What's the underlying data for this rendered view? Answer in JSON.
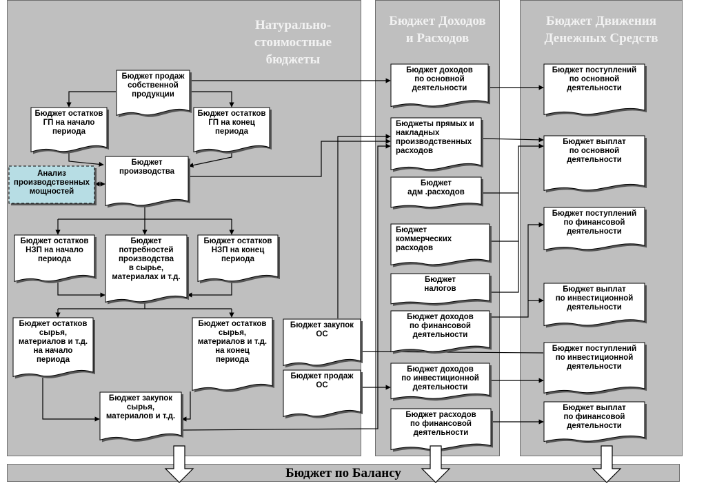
{
  "panels": {
    "natural": "Натурально-\nстоимостные\nбюджеты",
    "income": "Бюджет Доходов\nи Расходов",
    "cashflow": "Бюджет Движения\nДенежных Средств",
    "balance": "Бюджет по Балансу"
  },
  "nodes": {
    "sales": "Бюджет продаж\nсобственной\nпродукции",
    "fg_start": "Бюджет остатков\nГП на начало\nпериода",
    "fg_end": "Бюджет остатков\nГП на конец\nпериода",
    "capacity": "Анализ\nпроизводственных\nмощностей",
    "production": "Бюджет\nпроизводства",
    "wip_start": "Бюджет остатков\nНЗП на начало\nпериода",
    "needs": "Бюджет\nпотребностей\nпроизводства\nв сырье,\nматериалах и т.д.",
    "wip_end": "Бюджет остатков\nНЗП на конец\nпериода",
    "raw_start": "Бюджет остатков\nсырья,\nматериалов и т.д.\nна начало\nпериода",
    "raw_end": "Бюджет остатков\nсырья,\nматериалов и т.д.\nна конец\nпериода",
    "raw_purchase": "Бюджет закупок\nсырья,\nматериалов и т.д.",
    "os_purchase": "Бюджет закупок\nОС",
    "os_sales": "Бюджет продаж\nОС",
    "op_income": "Бюджет доходов\nпо основной\nдеятельности",
    "direct_costs": "Бюджеты прямых и\nнакладных\nпроизводственных\nрасходов",
    "admin": "Бюджет\nадм .расходов",
    "commercial": "Бюджет\nкоммерческих\nрасходов",
    "taxes": "Бюджет\nналогов",
    "fin_income": "Бюджет доходов\nпо финансовой\nдеятельности",
    "inv_income": "Бюджет доходов\nпо инвестиционной\nдеятельности",
    "fin_expense": "Бюджет расходов\nпо финансовой\nдеятельности",
    "op_receipts": "Бюджет поступлений\nпо основной\nдеятельности",
    "op_payments": "Бюджет выплат\nпо основной\nдеятельности",
    "fin_receipts": "Бюджет поступлений\nпо финансовой\nдеятельности",
    "inv_payments": "Бюджет выплат\nпо инвестиционной\nдеятельности",
    "inv_receipts": "Бюджет поступлений\nпо инвестиционной\nдеятельности",
    "fin_payments": "Бюджет выплат\nпо финансовой\nдеятельности"
  },
  "colors": {
    "panel": "#bfbfbf",
    "panel_title": "#f2f2f2",
    "doc_fill": "#ffffff",
    "capacity_fill": "#b7dde4",
    "line": "#000000"
  }
}
